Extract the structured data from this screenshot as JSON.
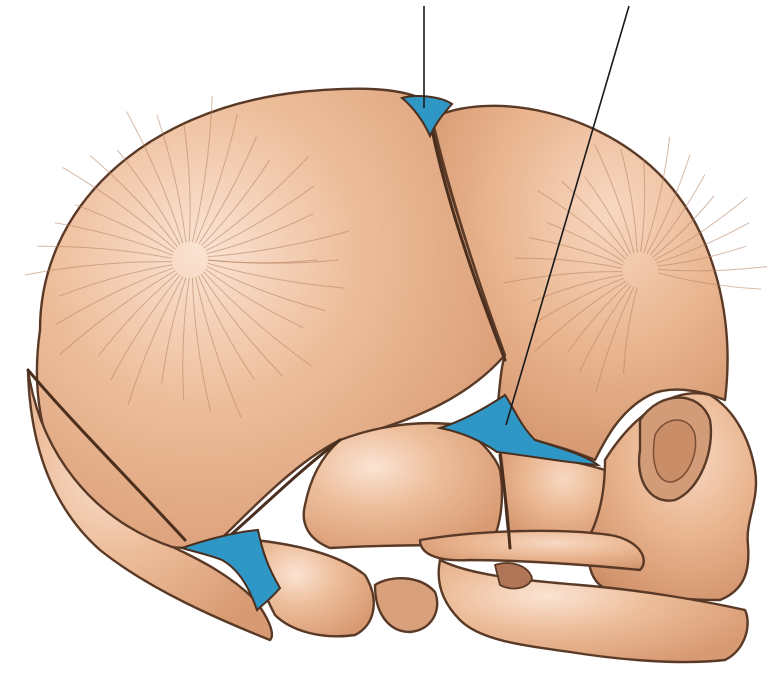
{
  "figure": {
    "subject": "infant-skull-lateral-view",
    "colors": {
      "bone": "#e9b48e",
      "bone_highlight": "#fbe3d3",
      "bone_shadow": "#c98d68",
      "outline": "#5a3a26",
      "fontanelle": "#2f97c6",
      "leader_line": "#1a1a1a"
    },
    "leader_lines": [
      {
        "target": "anterior-fontanelle"
      },
      {
        "target": "sphenoidal-fontanelle"
      }
    ],
    "fontanelles": [
      "anterior-fontanelle",
      "sphenoidal-fontanelle",
      "mastoid-fontanelle"
    ]
  }
}
